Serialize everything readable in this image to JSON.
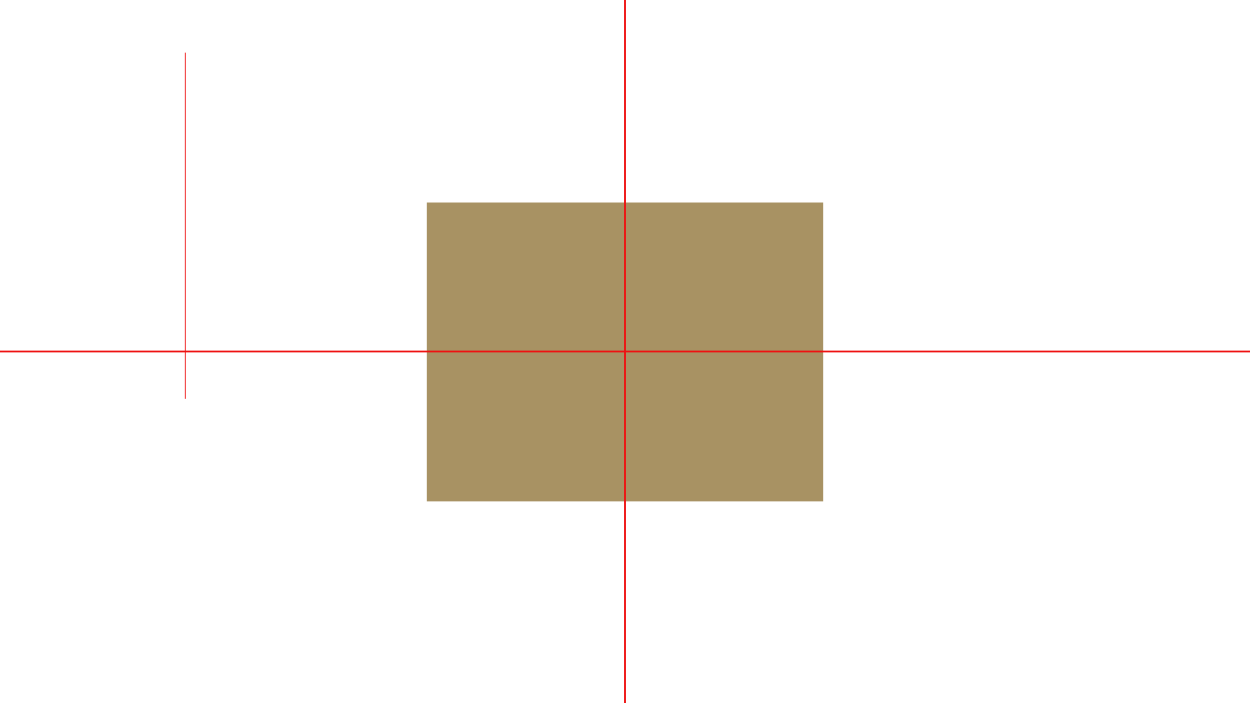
{
  "canvas": {
    "background_color": "#ffffff"
  },
  "object": {
    "shape": "rectangle",
    "fill_color": "#a89263"
  },
  "guides": {
    "color": "#ee1111",
    "items": [
      {
        "id": "horizontal-center",
        "orientation": "horizontal"
      },
      {
        "id": "vertical-center",
        "orientation": "vertical"
      },
      {
        "id": "vertical-left",
        "orientation": "vertical"
      }
    ]
  }
}
